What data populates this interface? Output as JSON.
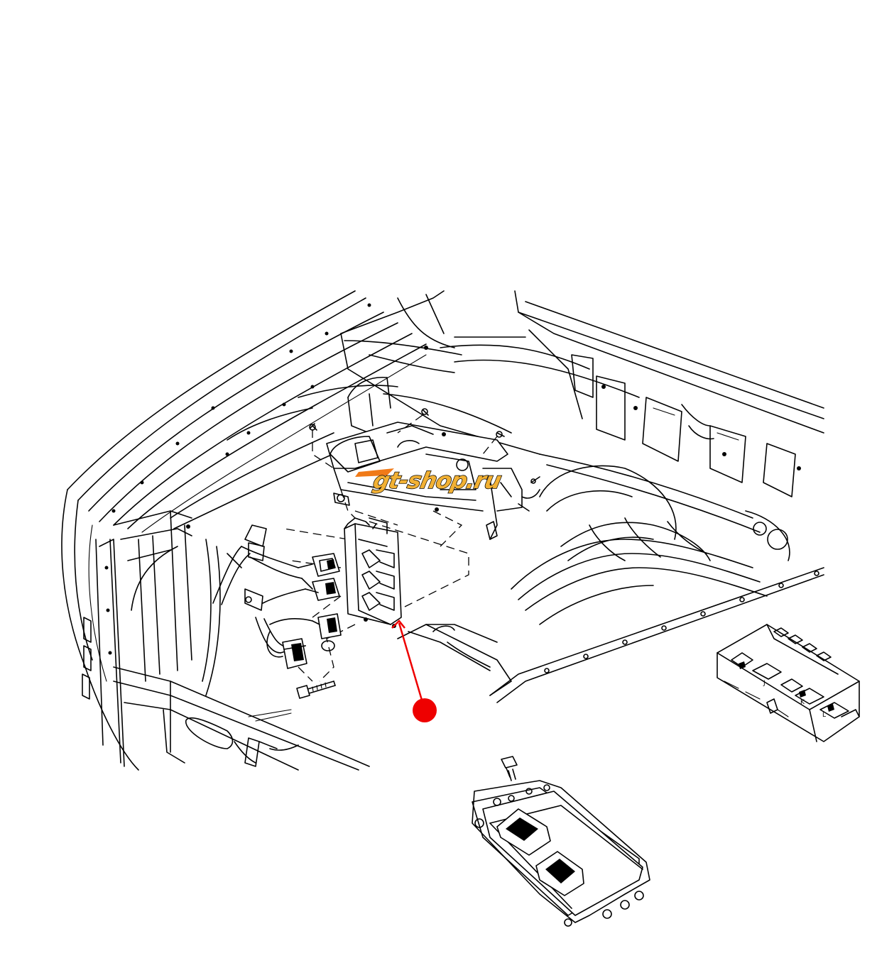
{
  "figure": {
    "logo": {
      "text": "gt-shop.ru",
      "text_color": "#f2b134",
      "outline_color": "#000000",
      "streak_color": "#f07a18"
    },
    "callout": {
      "color": "#ee0000"
    },
    "line_color": "#000000",
    "background": "#ffffff",
    "junction_box_letters": [
      "J",
      "K",
      "L"
    ]
  }
}
